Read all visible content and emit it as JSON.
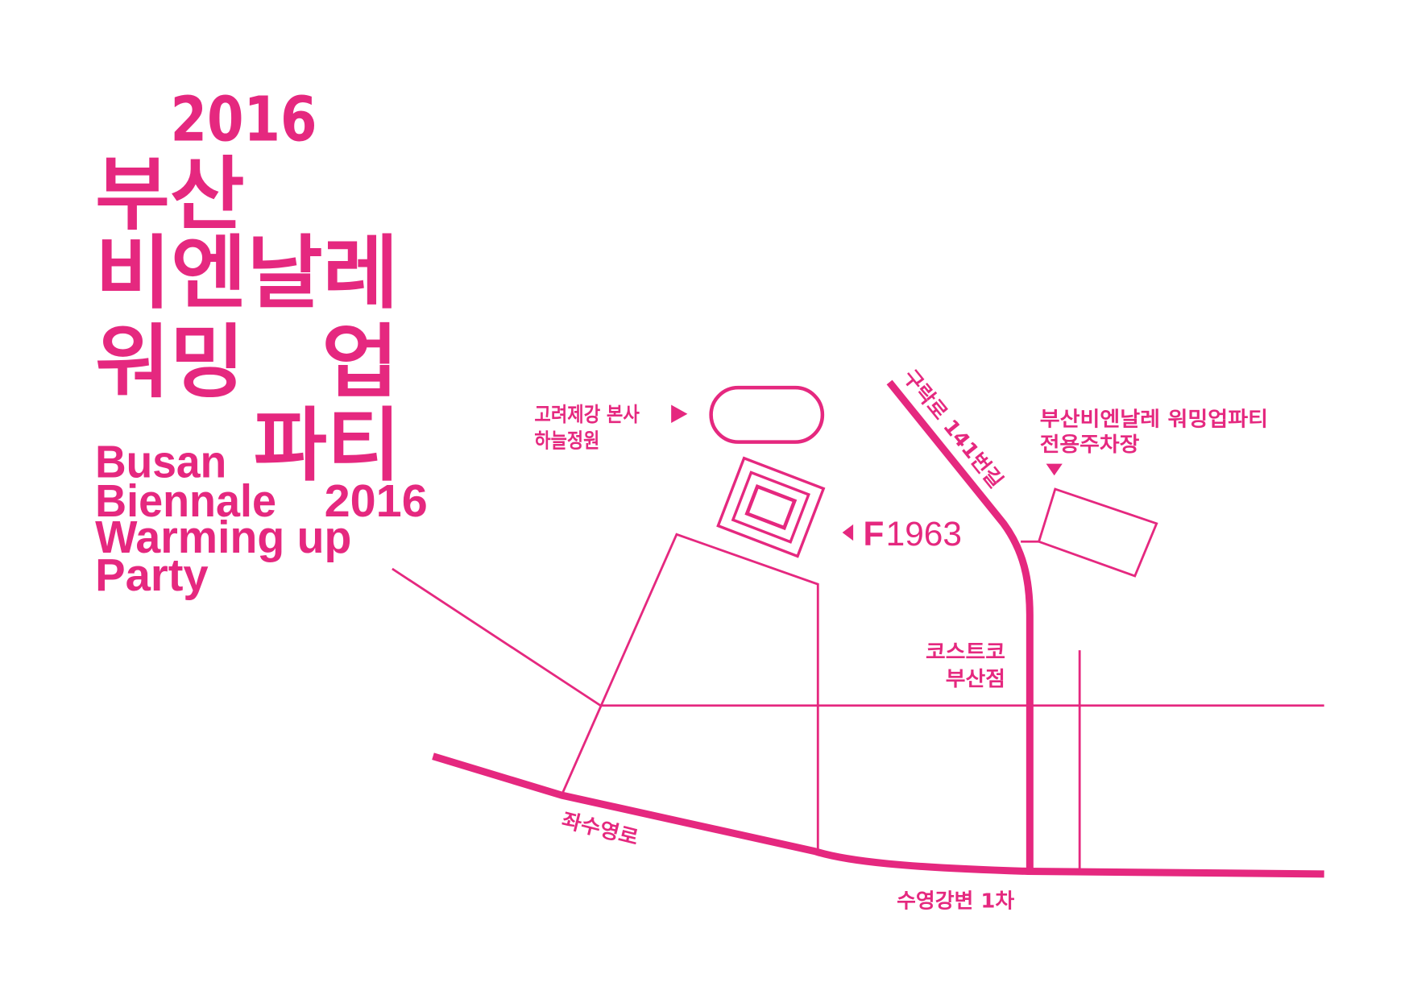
{
  "colors": {
    "accent": "#E5287F",
    "background": "#FFFFFF"
  },
  "title": {
    "korean": {
      "year": "2016",
      "line1": "부산",
      "line2": "비엔날레",
      "line3a": "워밍",
      "line3b": "업",
      "line4": "파티"
    },
    "english": {
      "line1": "Busan",
      "line2": "Biennale",
      "year": "2016",
      "line3": "Warming up",
      "line4": "Party"
    }
  },
  "map": {
    "landmarks": {
      "koryo": {
        "line1": "고려제강 본사",
        "line2": "하늘정원",
        "icon": "triangle-right-icon"
      },
      "f1963": {
        "bold": "F",
        "light": "1963",
        "icon": "triangle-left-icon"
      },
      "parking": {
        "line1": "부산비엔날레 워밍업파티",
        "line2": "전용주차장",
        "icon": "triangle-down-icon"
      },
      "costco": {
        "line1": "코스트코",
        "line2": "부산점"
      }
    },
    "roads": {
      "guraklo": "구락로 141번길",
      "jwasuyeongro": "좌수영로",
      "suyeong": "수영강변 1차"
    }
  }
}
